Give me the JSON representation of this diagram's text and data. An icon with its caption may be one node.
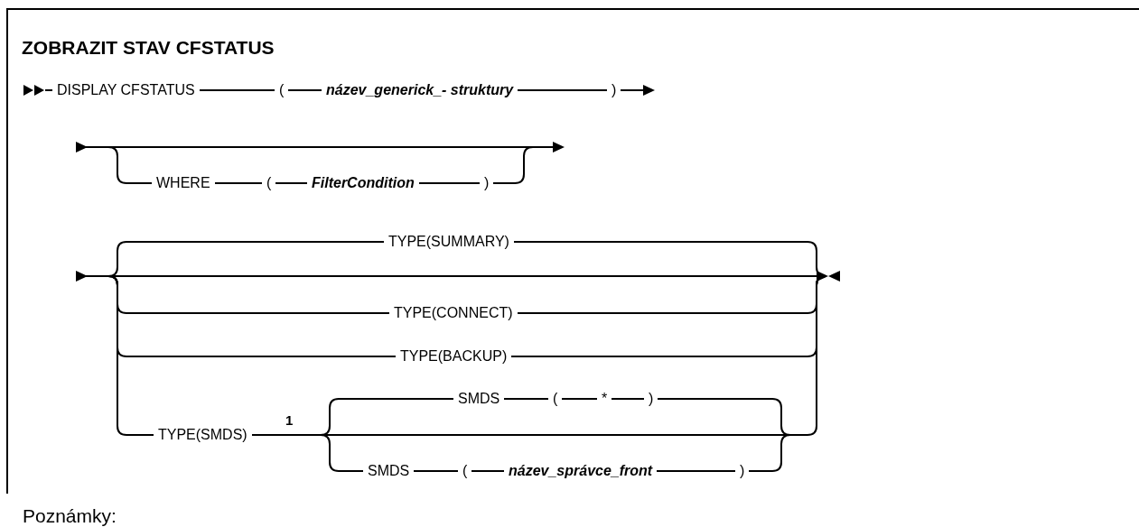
{
  "diagram": {
    "title": "ZOBRAZIT STAV CFSTATUS",
    "labels": [
      "DISPLAY CFSTATUS",
      "(",
      "název_generick_- struktury",
      ")",
      "WHERE",
      "(",
      "FilterCondition",
      ")",
      "TYPE(SUMMARY)",
      "TYPE(CONNECT)",
      "TYPE(BACKUP)",
      "TYPE(SMDS)",
      "1",
      "SMDS",
      "(",
      "*",
      ")",
      "SMDS",
      "(",
      "název_správce_front",
      ")",
      "Poznámky:"
    ]
  }
}
